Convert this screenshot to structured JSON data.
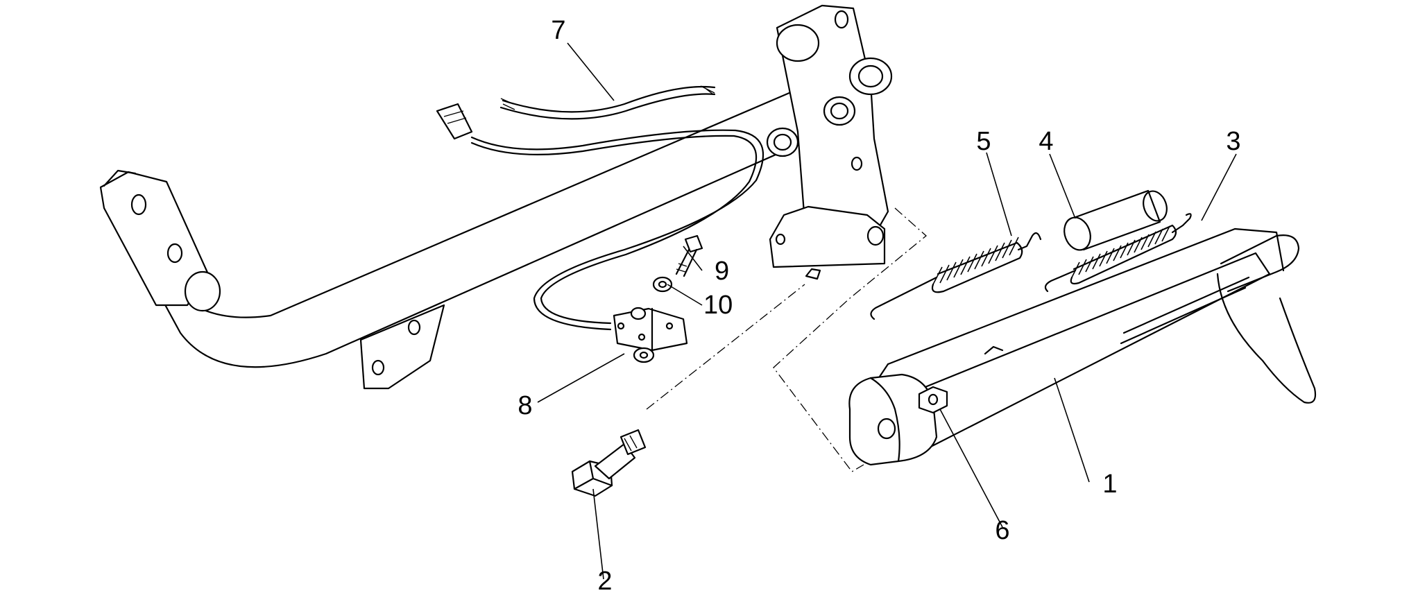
{
  "diagram": {
    "callouts": [
      {
        "id": "c1",
        "label": "1"
      },
      {
        "id": "c2",
        "label": "2"
      },
      {
        "id": "c3",
        "label": "3"
      },
      {
        "id": "c4",
        "label": "4"
      },
      {
        "id": "c5",
        "label": "5"
      },
      {
        "id": "c6",
        "label": "6"
      },
      {
        "id": "c7",
        "label": "7"
      },
      {
        "id": "c8",
        "label": "8"
      },
      {
        "id": "c9",
        "label": "9"
      },
      {
        "id": "c10",
        "label": "10"
      }
    ]
  }
}
